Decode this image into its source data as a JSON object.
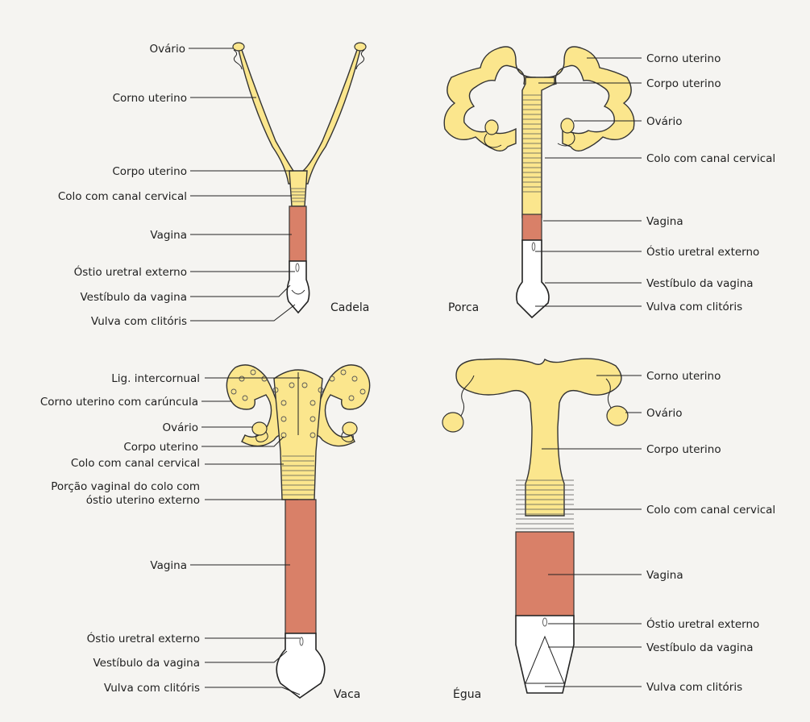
{
  "colors": {
    "uterus": "#fbe68d",
    "vagina": "#d98068",
    "outline": "#333333",
    "background": "#f5f4f1"
  },
  "panels": {
    "cadela": {
      "title": "Cadela",
      "labels": {
        "ovario": "Ovário",
        "corno": "Corno uterino",
        "corpo": "Corpo uterino",
        "colo": "Colo com canal cervical",
        "vagina": "Vagina",
        "ostio": "Óstio uretral externo",
        "vestibulo": "Vestíbulo da vagina",
        "vulva": "Vulva com clitóris"
      }
    },
    "porca": {
      "title": "Porca",
      "labels": {
        "corno": "Corno uterino",
        "corpo": "Corpo uterino",
        "ovario": "Ovário",
        "colo": "Colo com canal cervical",
        "vagina": "Vagina",
        "ostio": "Óstio uretral externo",
        "vestibulo": "Vestíbulo da vagina",
        "vulva": "Vulva com clitóris"
      }
    },
    "vaca": {
      "title": "Vaca",
      "labels": {
        "lig": "Lig. intercornual",
        "corno": "Corno uterino com carúncula",
        "ovario": "Ovário",
        "corpo": "Corpo uterino",
        "colo": "Colo com canal cervical",
        "porcao1": "Porção vaginal do colo com",
        "porcao2": "óstio uterino externo",
        "vagina": "Vagina",
        "ostio": "Óstio uretral externo",
        "vestibulo": "Vestíbulo da vagina",
        "vulva": "Vulva com clitóris"
      }
    },
    "egua": {
      "title": "Égua",
      "labels": {
        "corno": "Corno uterino",
        "ovario": "Ovário",
        "corpo": "Corpo uterino",
        "colo": "Colo com canal cervical",
        "vagina": "Vagina",
        "ostio": "Óstio uretral externo",
        "vestibulo": "Vestíbulo da vagina",
        "vulva": "Vulva com clitóris"
      }
    }
  }
}
